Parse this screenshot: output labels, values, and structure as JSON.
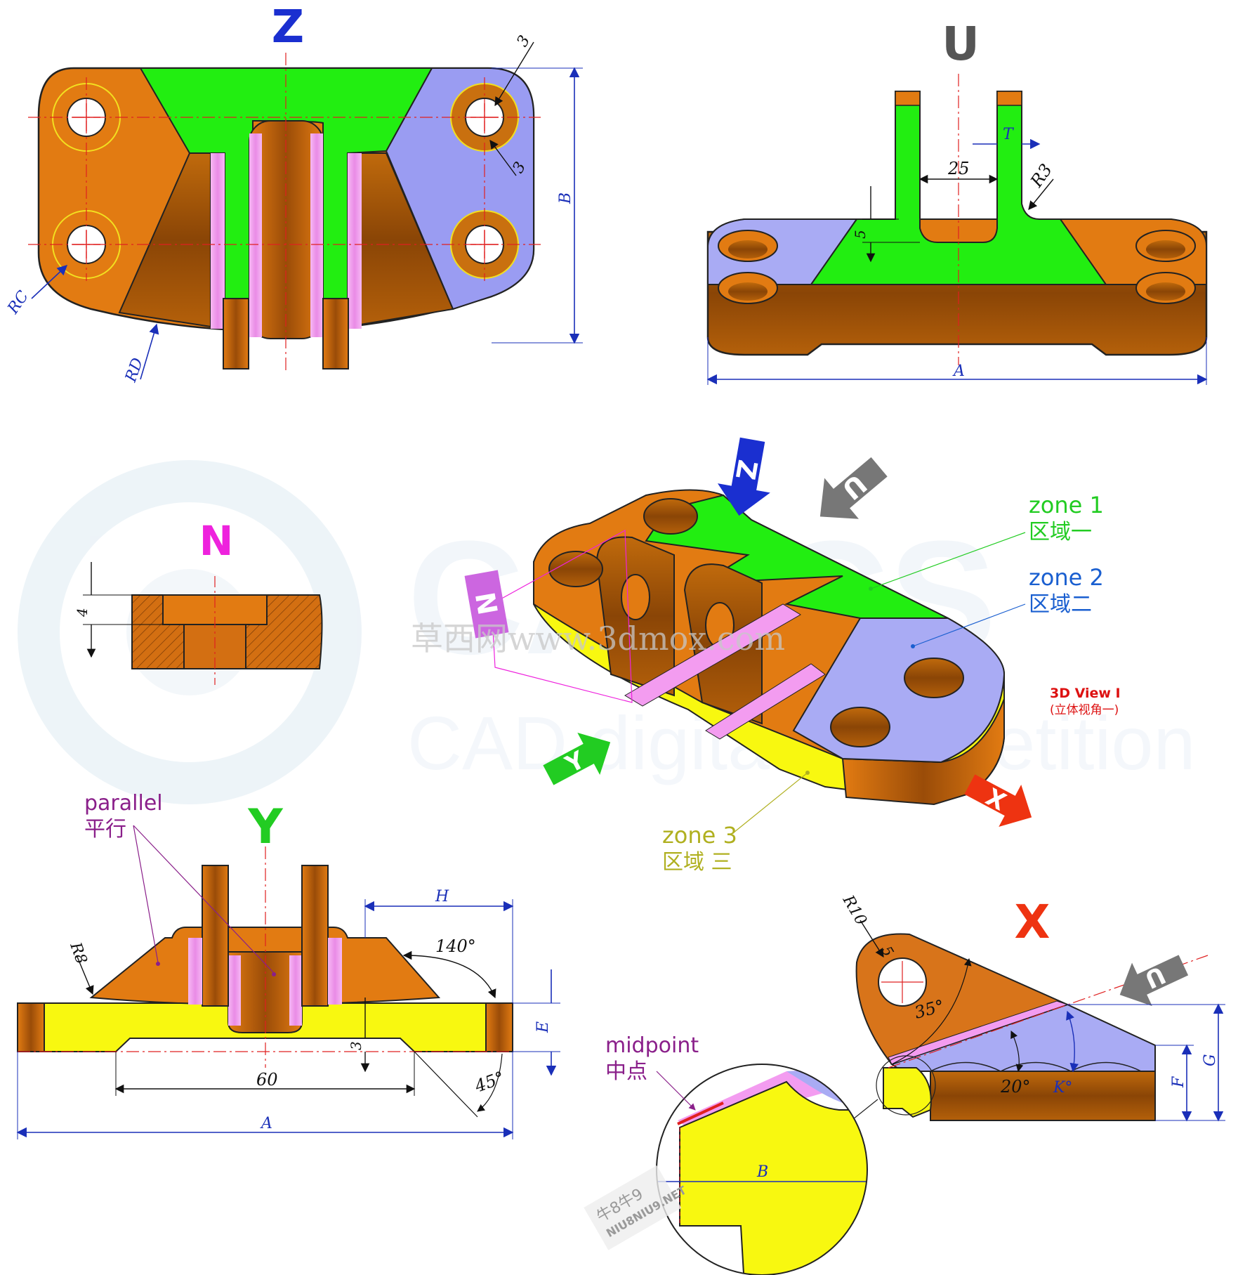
{
  "watermarks": {
    "site": "草西网www.3dmox.com",
    "bg_text_1": "CATICS",
    "bg_text_2": "CAD digital competition",
    "corner": "牛8牛9",
    "corner_url": "NIU8NIU9.NET"
  },
  "views": {
    "Z": {
      "label": "Z",
      "dims": {
        "edge_top": "3",
        "edge_bottom": "3",
        "B": "B",
        "RC": "RC",
        "RD": "RD"
      }
    },
    "U": {
      "label": "U",
      "dims": {
        "T": "T",
        "gap": "25",
        "R3": "R3",
        "height5": "5",
        "A": "A"
      }
    },
    "N": {
      "label": "N",
      "dims": {
        "depth": "4"
      }
    },
    "Y": {
      "label": "Y",
      "note_en": "parallel",
      "note_cn": "平行",
      "dims": {
        "H": "H",
        "R8": "R8",
        "angle140": "140°",
        "E": "E",
        "three": "3",
        "sixty": "60",
        "angle45": "45°",
        "A": "A"
      }
    },
    "X": {
      "label": "X",
      "note_en": "midpoint",
      "note_cn": "中点",
      "dims": {
        "R10": "R10",
        "five": "5",
        "angle35": "35°",
        "angle20": "20°",
        "K": "K°",
        "F": "F",
        "G": "G",
        "B": "B"
      }
    },
    "iso": {
      "title": "3D View I",
      "subtitle": "(立体视角一)",
      "zone1_en": "zone 1",
      "zone1_cn": "区域一",
      "zone2_en": "zone 2",
      "zone2_cn": "区域二",
      "zone3_en": "zone 3",
      "zone3_cn": "区域 三",
      "arrows": {
        "z": "Z",
        "u": "U",
        "n": "N",
        "y": "Y",
        "x": "X"
      }
    }
  },
  "colors": {
    "orange": "#e27b12",
    "brown": "#a8560a",
    "green": "#22ee11",
    "lavender": "#9a9cf2",
    "yellow": "#f8f810",
    "pink": "#f39cf0",
    "dim_blue": "#1a2fb8",
    "center_red": "#e02020",
    "label_blue": "#1a2fd0",
    "label_gray": "#555555",
    "label_magenta": "#ee22dd",
    "label_green": "#22cc22",
    "label_red": "#ee3311",
    "note_purple": "#8a1f8a",
    "zone3_olive": "#b0b020"
  }
}
